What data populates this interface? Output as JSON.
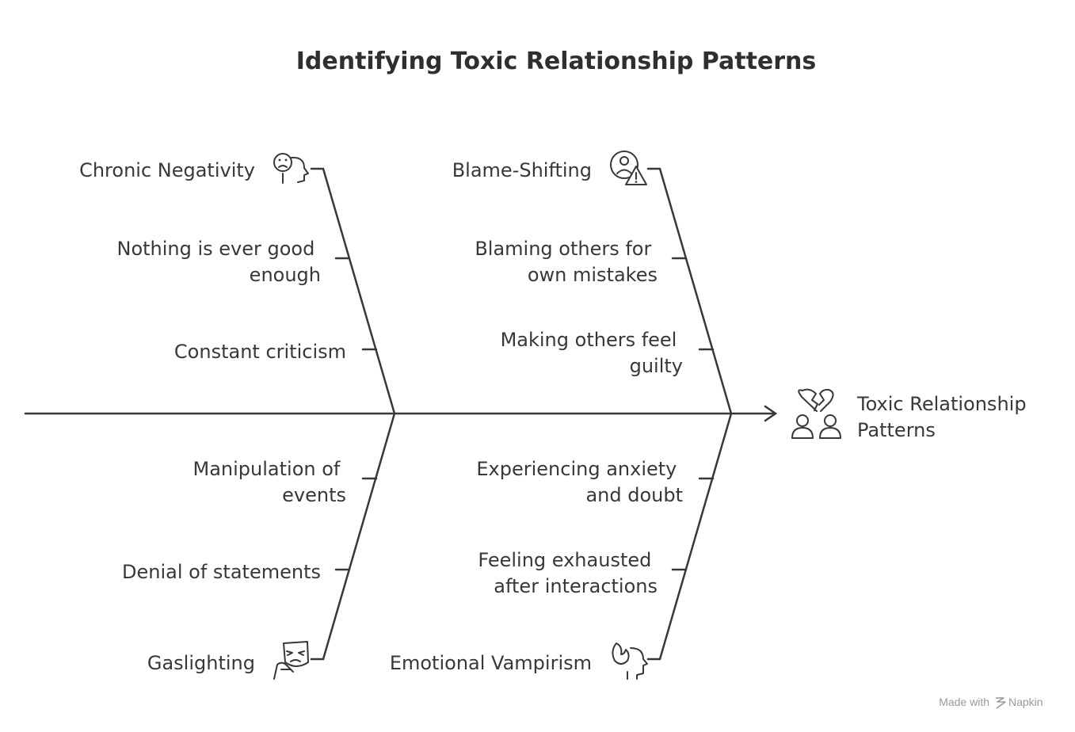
{
  "title": "Identifying Toxic Relationship Patterns",
  "effect": {
    "line1": "Toxic Relationship",
    "line2": "Patterns",
    "icon": "broken-heart-people-icon"
  },
  "causes": {
    "chronic_negativity": {
      "label": "Chronic Negativity",
      "icon": "sad-face-person-icon",
      "items": [
        [
          "Nothing is ever good",
          "enough"
        ],
        [
          "Constant criticism"
        ]
      ]
    },
    "blame_shifting": {
      "label": "Blame-Shifting",
      "icon": "person-warning-icon",
      "items": [
        [
          "Blaming others for",
          "own mistakes"
        ],
        [
          "Making others feel",
          "guilty"
        ]
      ]
    },
    "gaslighting": {
      "label": "Gaslighting",
      "icon": "mask-icon",
      "items": [
        [
          "Manipulation of",
          "events"
        ],
        [
          "Denial of statements"
        ]
      ]
    },
    "emotional_vampirism": {
      "label": "Emotional Vampirism",
      "icon": "drained-head-icon",
      "items": [
        [
          "Experiencing anxiety",
          "and doubt"
        ],
        [
          "Feeling exhausted",
          "after interactions"
        ]
      ]
    }
  },
  "footer": {
    "made_with": "Made with",
    "brand": "Napkin"
  }
}
